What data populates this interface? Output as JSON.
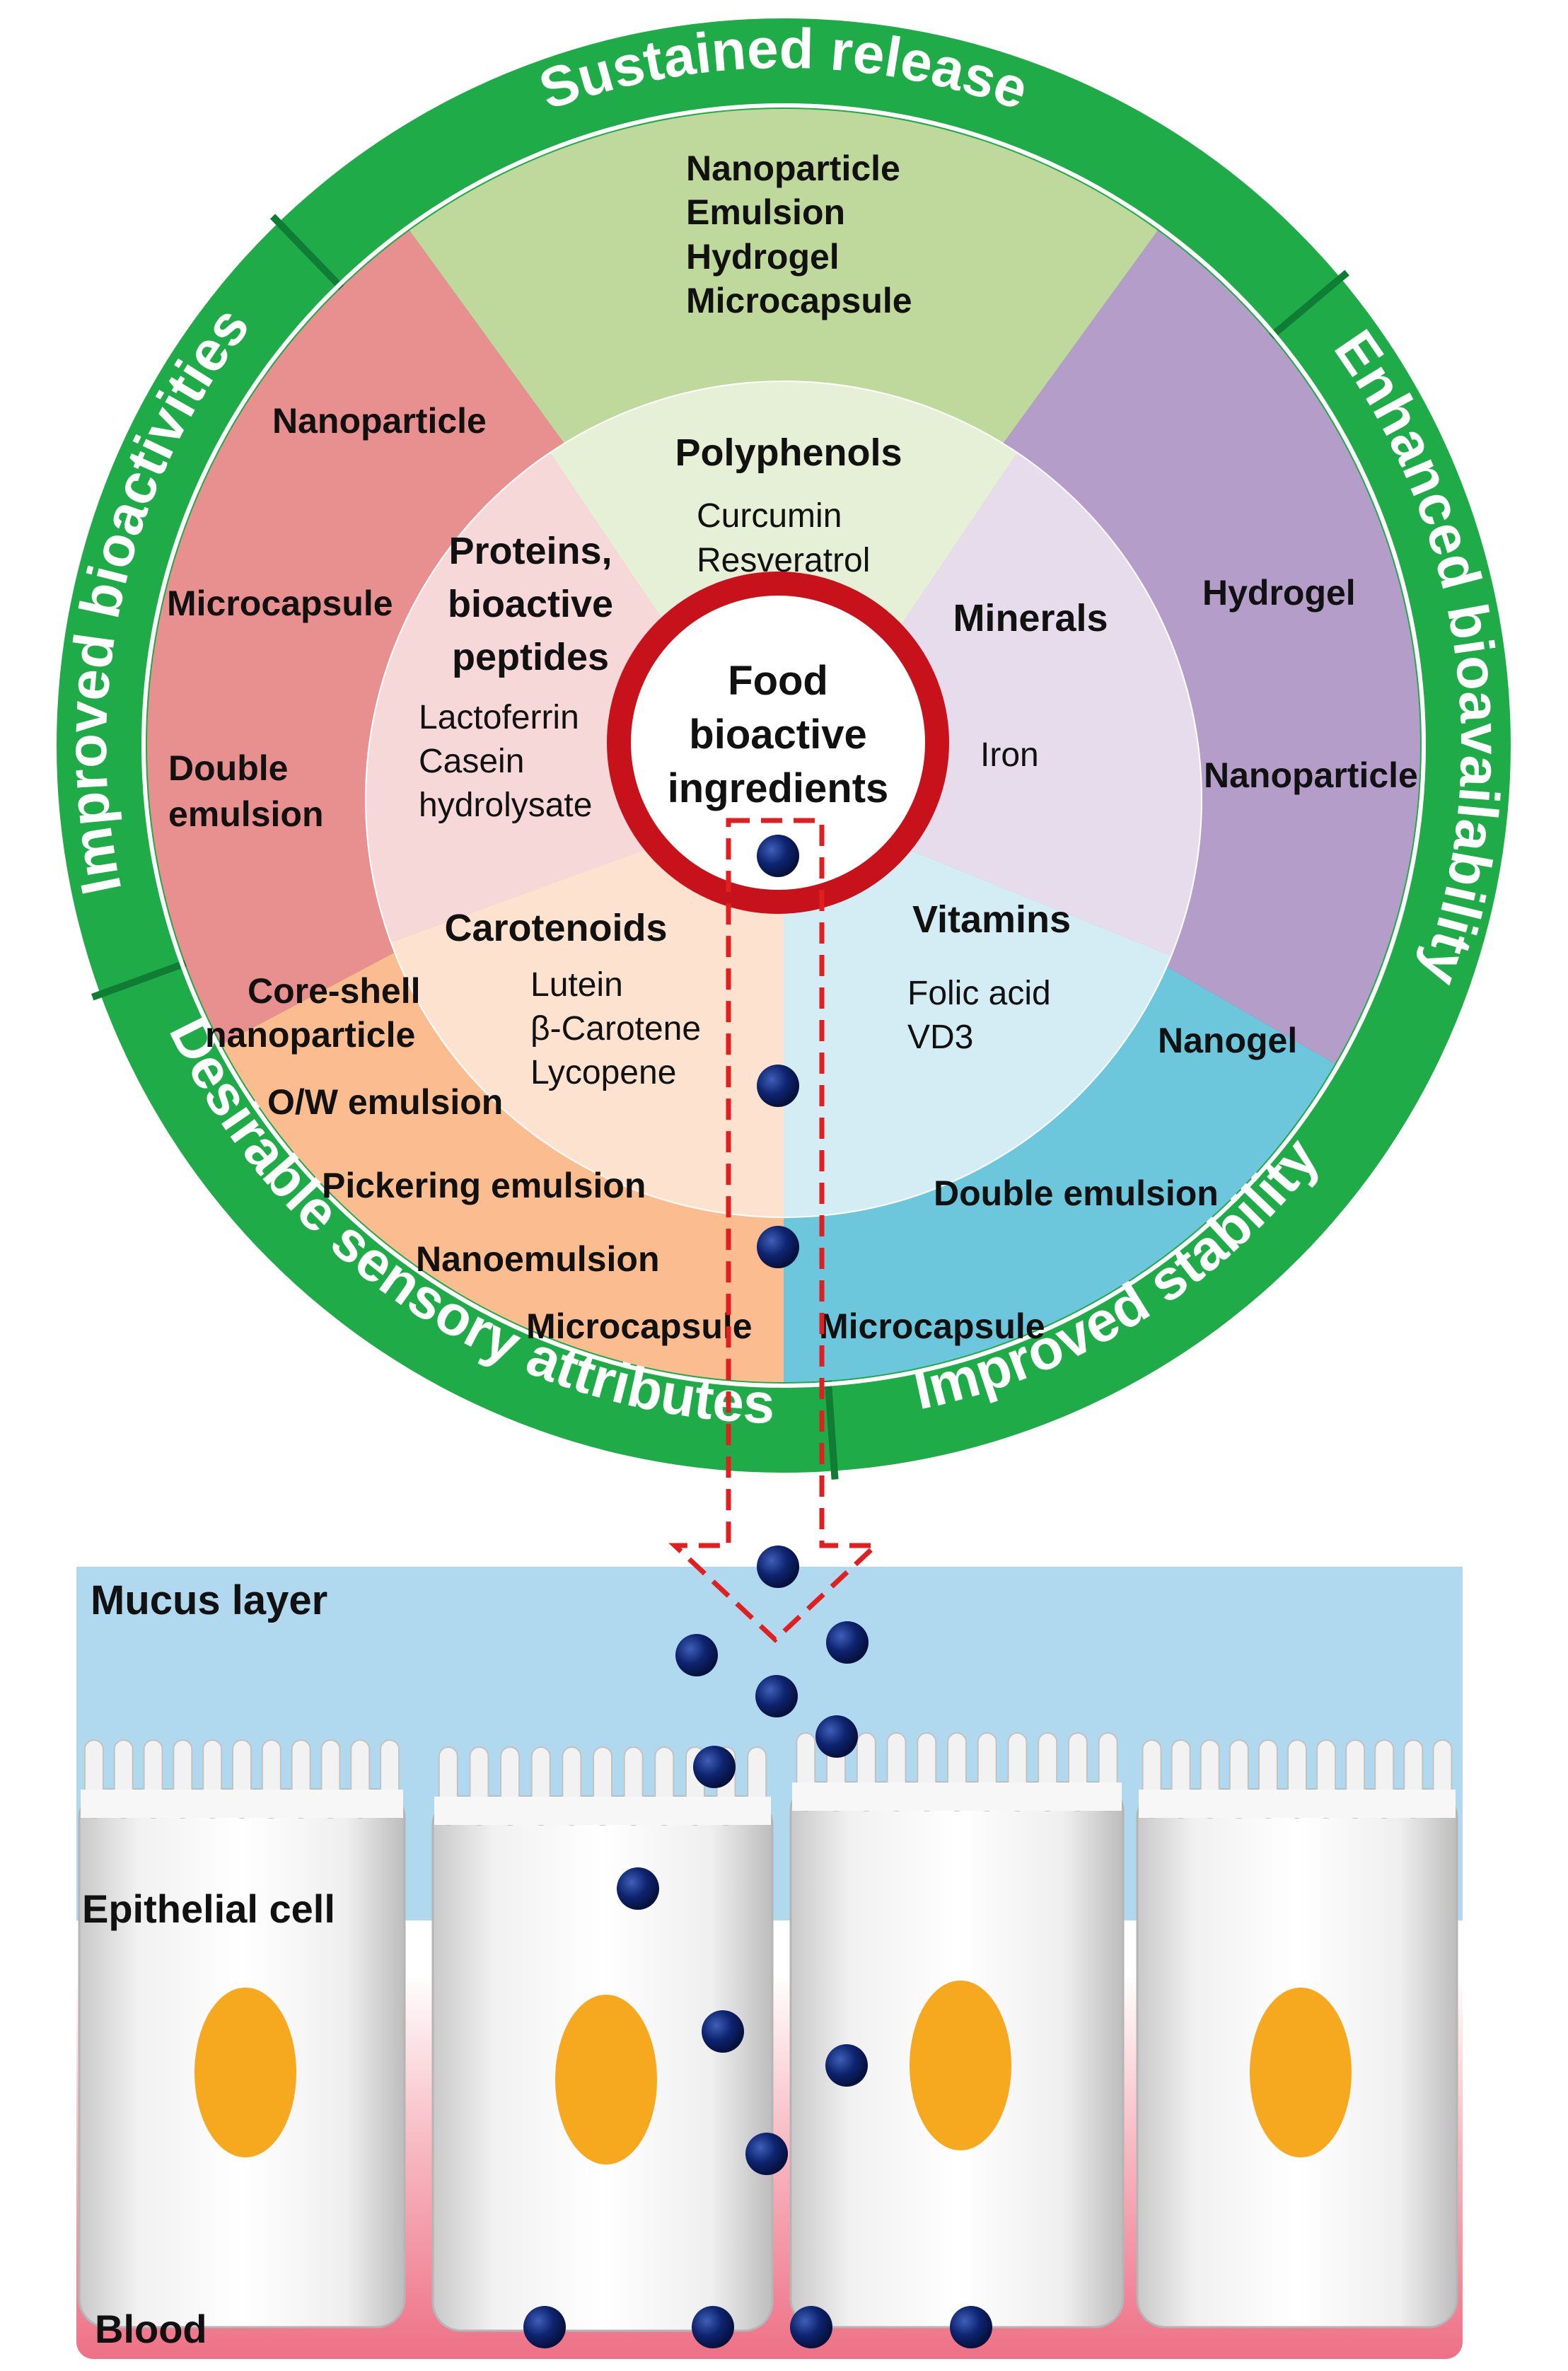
{
  "colors": {
    "ring": "#1fab47",
    "ring_shadow": "#12873a",
    "ring_text": "#ffffff",
    "center_ring": "#c7111b",
    "particle": "#0c1f63",
    "arrow": "#e02020",
    "nucleus": "#f6a91f",
    "mucus": "#b0d8ee",
    "blood": "#ee7d8d"
  },
  "ring_labels": {
    "top": "Sustained release",
    "right_upper": "Enhanced bioavailability",
    "right_lower": "Improved stability",
    "left_lower": "Desirable sensory attributes",
    "left_upper": "Improved bioactivities"
  },
  "center": {
    "line1": "Food",
    "line2": "bioactive",
    "line3": "ingredients"
  },
  "categories": {
    "polyphenols": {
      "title": "Polyphenols",
      "items": [
        "Curcumin",
        "Resveratrol"
      ]
    },
    "minerals": {
      "title": "Minerals",
      "items": [
        "Iron"
      ]
    },
    "vitamins": {
      "title": "Vitamins",
      "items": [
        "Folic acid",
        "VD3"
      ]
    },
    "carotenoids": {
      "title": "Carotenoids",
      "items": [
        "Lutein",
        "β-Carotene",
        "Lycopene"
      ]
    },
    "proteins": {
      "title_lines": [
        "Proteins,",
        "bioactive",
        "peptides"
      ],
      "items": [
        "Lactoferrin",
        "Casein",
        "hydrolysate"
      ]
    }
  },
  "carriers": {
    "top": [
      "Nanoparticle",
      "Emulsion",
      "Hydrogel",
      "Microcapsule"
    ],
    "right_upper": [
      "Hydrogel",
      "Nanoparticle"
    ],
    "right_lower": [
      "Nanogel",
      "Double emulsion",
      "Microcapsule"
    ],
    "left_lower": [
      "Core-shell",
      "nanoparticle",
      "O/W emulsion",
      "Pickering emulsion",
      "Nanoemulsion",
      "Microcapsule"
    ],
    "left_upper": [
      "Nanoparticle",
      "Microcapsule",
      "Double",
      "emulsion"
    ]
  },
  "layers": {
    "mucus": "Mucus layer",
    "epithelial": "Epithelial cell",
    "blood": "Blood"
  }
}
